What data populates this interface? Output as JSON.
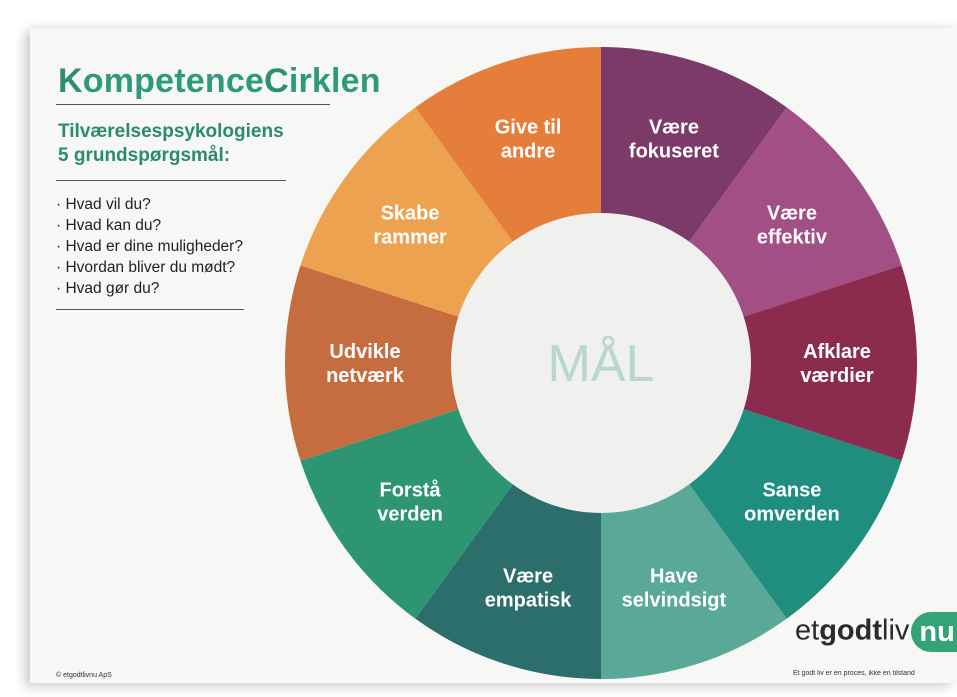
{
  "header": {
    "title_first_initial": "K",
    "title_part1": "ompetence",
    "title_second_initial": "C",
    "title_part2": "irklen",
    "subtitle_line1": "Tilværelsespsykologiens",
    "subtitle_line2": "5 grundspørgsmål:"
  },
  "questions": [
    "Hvad vil du?",
    "Hvad kan du?",
    "Hvad er dine muligheder?",
    "Hvordan bliver du mødt?",
    "Hvad gør du?"
  ],
  "wheel": {
    "center_label": "MÅL",
    "center_color": "#f0f0ee",
    "segments": [
      {
        "lines": [
          "Være",
          "fokuseret"
        ],
        "color": "#7b3a67"
      },
      {
        "lines": [
          "Være",
          "effektiv"
        ],
        "color": "#a14f85"
      },
      {
        "lines": [
          "Afklare",
          "værdier"
        ],
        "color": "#8b2c4e"
      },
      {
        "lines": [
          "Sanse",
          "omverden"
        ],
        "color": "#1f8e7e"
      },
      {
        "lines": [
          "Have",
          "selvindsigt"
        ],
        "color": "#5aa898"
      },
      {
        "lines": [
          "Være",
          "empatisk"
        ],
        "color": "#2c6e6c"
      },
      {
        "lines": [
          "Forstå",
          "verden"
        ],
        "color": "#2e9573"
      },
      {
        "lines": [
          "Udvikle",
          "netværk"
        ],
        "color": "#c56d3f"
      },
      {
        "lines": [
          "Skabe",
          "rammer"
        ],
        "color": "#eda24f"
      },
      {
        "lines": [
          "Give til",
          "andre"
        ],
        "color": "#e57e3b"
      }
    ]
  },
  "footer": {
    "copyright": "© etgodtlivnu ApS",
    "logo_part1": "et",
    "logo_part2": "godt",
    "logo_part3": "liv",
    "logo_part4": "nu",
    "tagline": "Et godt liv er en proces, ikke en tilstand"
  }
}
